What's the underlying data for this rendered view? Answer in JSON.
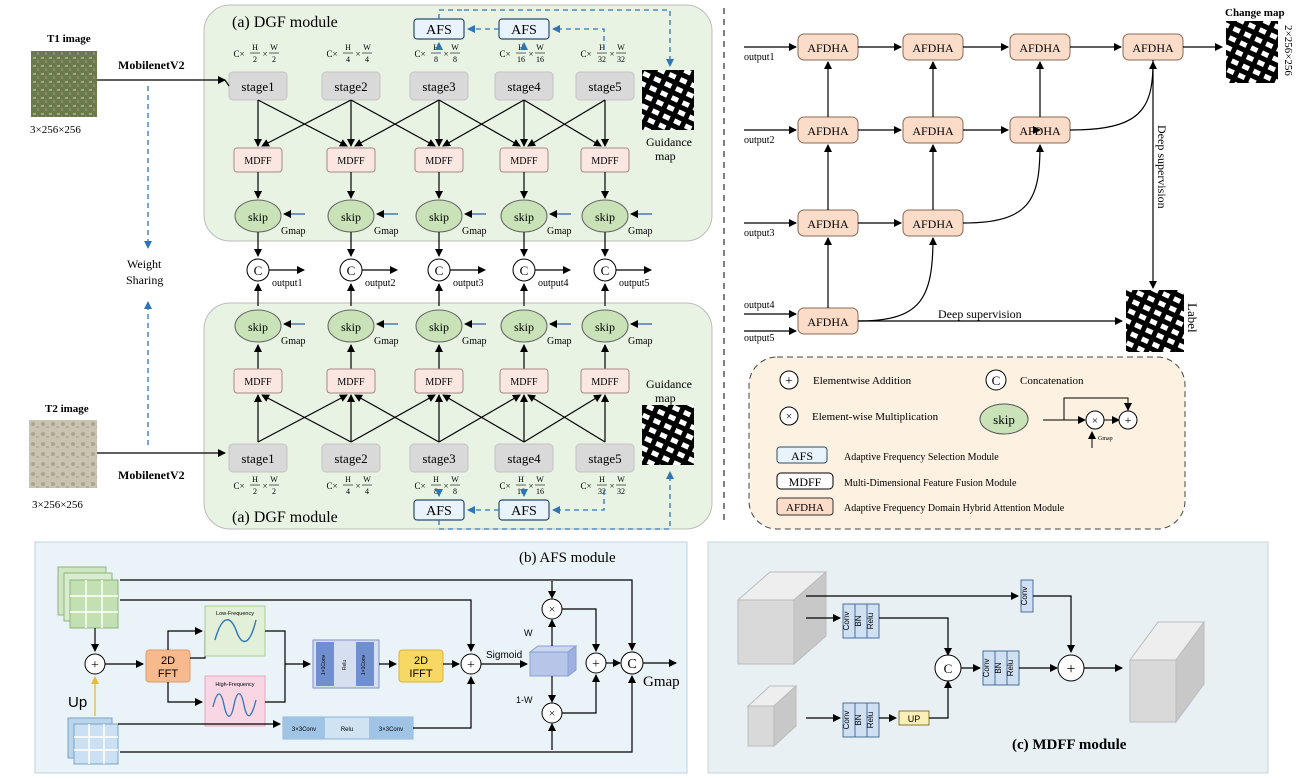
{
  "dgf": {
    "title": "(a) DGF module",
    "backbone": "MobilenetV2",
    "t1_label": "T1 image",
    "t2_label": "T2 image",
    "input_size": "3×256×256",
    "weight_sharing_1": "Weight",
    "weight_sharing_2": "Sharing",
    "guidance_1": "Guidance",
    "guidance_2": "map",
    "stages": [
      "stage1",
      "stage2",
      "stage3",
      "stage4",
      "stage5"
    ],
    "dims": [
      {
        "num": "H",
        "den": "2",
        "num2": "W",
        "den2": "2"
      },
      {
        "num": "H",
        "den": "4",
        "num2": "W",
        "den2": "4"
      },
      {
        "num": "H",
        "den": "8",
        "num2": "W",
        "den2": "8"
      },
      {
        "num": "H",
        "den": "16",
        "num2": "W",
        "den2": "16"
      },
      {
        "num": "H",
        "den": "32",
        "num2": "W",
        "den2": "32"
      }
    ],
    "dim_prefix": "C×",
    "times": "×",
    "mdff": "MDFF",
    "skip": "skip",
    "gmap": "Gmap",
    "concat": "C",
    "afs": "AFS",
    "outputs": [
      "output1",
      "output2",
      "output3",
      "output4",
      "output5"
    ]
  },
  "decoder": {
    "block": "AFDHA",
    "outputs": [
      "output1",
      "output2",
      "output3",
      "output4",
      "output5"
    ],
    "change_map": "Change map",
    "change_map_size": "2×256×256",
    "deep_supervision": "Deep supervision",
    "label": "Label"
  },
  "legend": {
    "plus_text": "Elementwise Addition",
    "concat_symbol": "C",
    "concat_text": "Concatenation",
    "mult_text": "Element-wise Multiplication",
    "skip": "skip",
    "gmap": "Gmap",
    "afs": "AFS",
    "afs_text": "Adaptive Frequency Selection Module",
    "mdff": "MDFF",
    "mdff_text": "Multi-Dimensional Feature Fusion Module",
    "afdha": "AFDHA",
    "afdha_text": "Adaptive Frequency Domain Hybrid Attention Module"
  },
  "afs_module": {
    "title": "(b) AFS module",
    "up": "Up",
    "fft_1": "2D",
    "fft_2": "FFT",
    "low": "Low-Frequency",
    "high": "High-Frequency",
    "conv1": "1×1Conv",
    "relu": "Relu",
    "ifft_1": "2D",
    "ifft_2": "IFFT",
    "conv3": "3×3Conv",
    "sigmoid": "Sigmoid",
    "w": "W",
    "one_minus_w": "1-W",
    "gmap": "Gmap",
    "concat": "C"
  },
  "mdff_module": {
    "title": "(c) MDFF module",
    "conv": "Conv",
    "bn": "BN",
    "relu": "Relu",
    "up": "UP",
    "concat": "C"
  },
  "colors": {
    "green_panel": "#e8f3e3",
    "stage": "#d9d9d9",
    "mdff_fill": "#fbe7e1",
    "skip_fill": "#c9e2b8",
    "afdha_fill": "#fbdcc9",
    "legend_fill": "#fdf1e1",
    "afs_fill": "#e9f3fb",
    "blue_dash": "#2e75b6",
    "panel_b_bg": "#eaf3f8",
    "panel_c_bg": "#e8f0f3"
  }
}
